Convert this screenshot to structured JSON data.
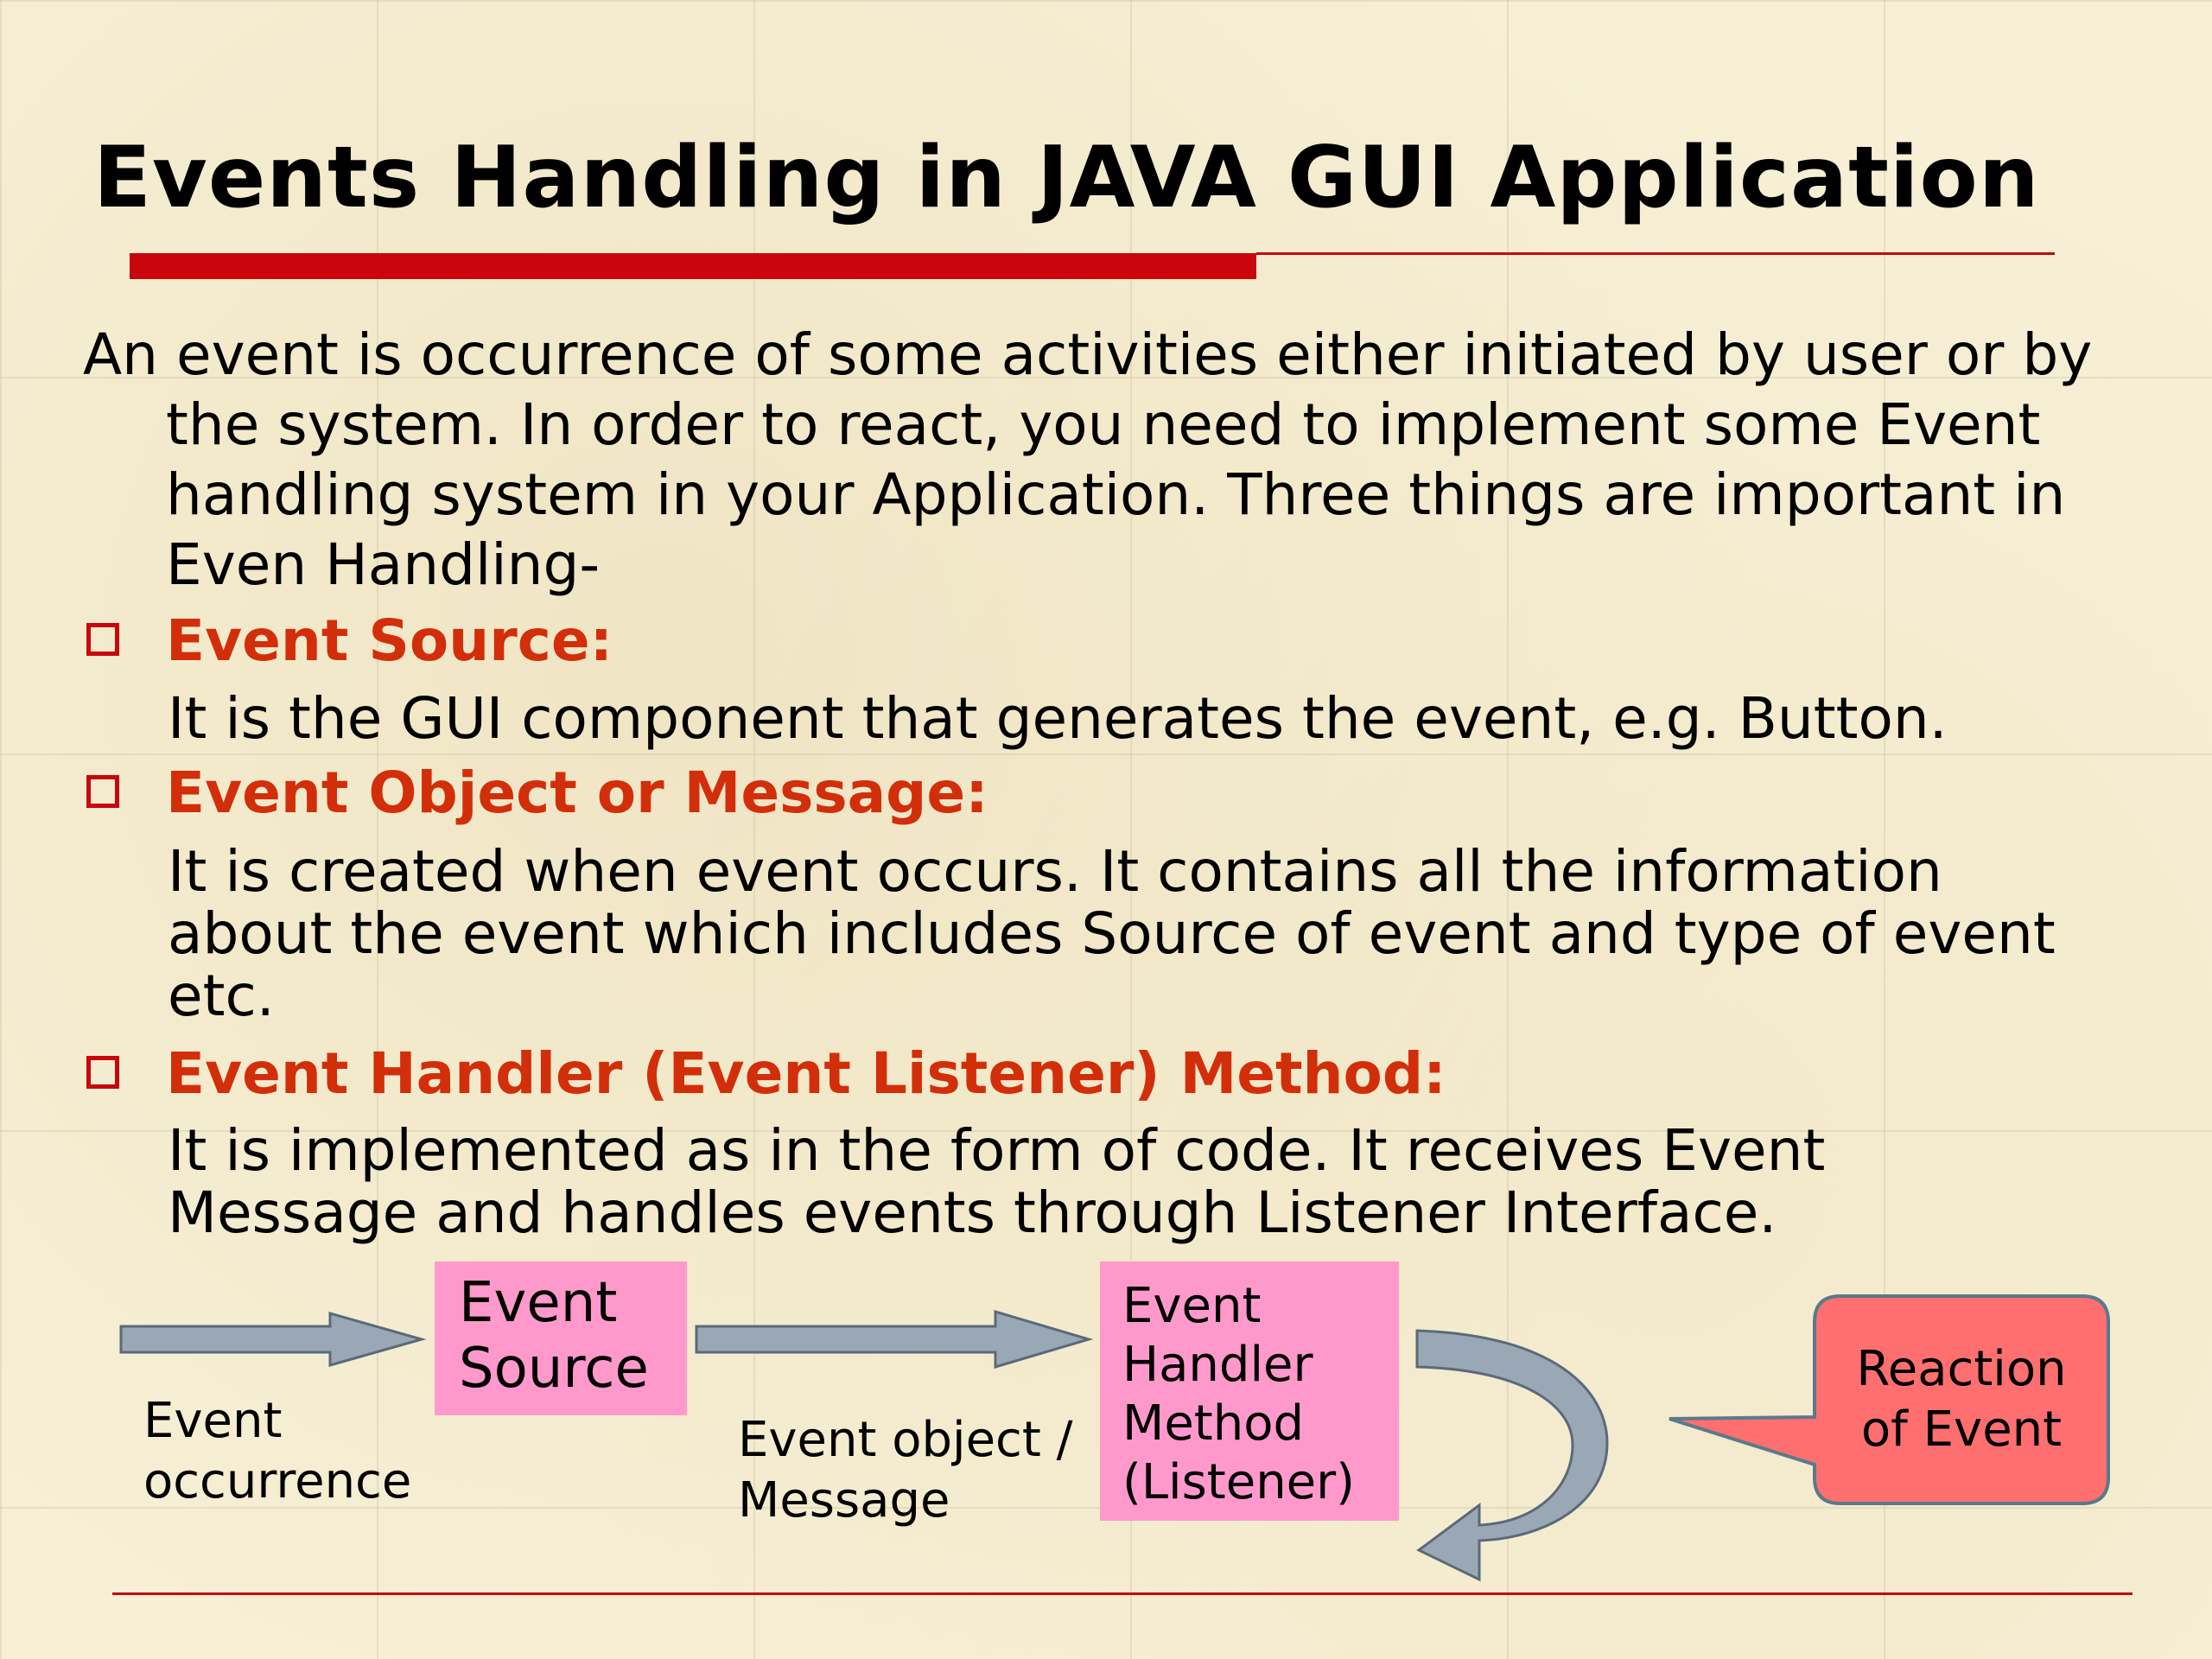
{
  "slide": {
    "title": "Events Handling in JAVA GUI Application",
    "intro": {
      "line1": "An event is occurrence of some activities either initiated by user or by",
      "line2": "the system. In order to react, you need to implement some Event",
      "line3": "handling system in your Application. Three things are important in",
      "line4": "Even Handling-"
    },
    "bullets": [
      {
        "heading": "Event Source:",
        "lines": [
          "It is the GUI component that generates the event, e.g. Button."
        ]
      },
      {
        "heading": "Event Object or Message:",
        "lines": [
          "It is created when event occurs. It contains all the information",
          "about the event which includes Source of event and type of event",
          "etc."
        ]
      },
      {
        "heading": "Event Handler (Event Listener) Method:",
        "lines": [
          "It is implemented as in the form of code. It receives Event",
          "Message and handles events through Listener Interface."
        ]
      }
    ],
    "diagram": {
      "source_box": {
        "line1": "Event",
        "line2": "Source"
      },
      "handler_box": {
        "line1": "Event",
        "line2": "Handler",
        "line3": "Method",
        "line4": "(Listener)"
      },
      "occurrence_label": {
        "line1": "Event",
        "line2": "occurrence"
      },
      "message_label": {
        "line1": "Event object /",
        "line2": "Message"
      },
      "callout": {
        "line1": "Reaction",
        "line2": "of Event"
      }
    },
    "colors": {
      "accent_red": "#c8060c",
      "bullet_heading": "#d22e0a",
      "box_pink": "#ff99cc",
      "callout_salmon": "#ff6f6f",
      "arrow_fill": "#9aa8b6",
      "background": "#f7f0d6"
    }
  }
}
